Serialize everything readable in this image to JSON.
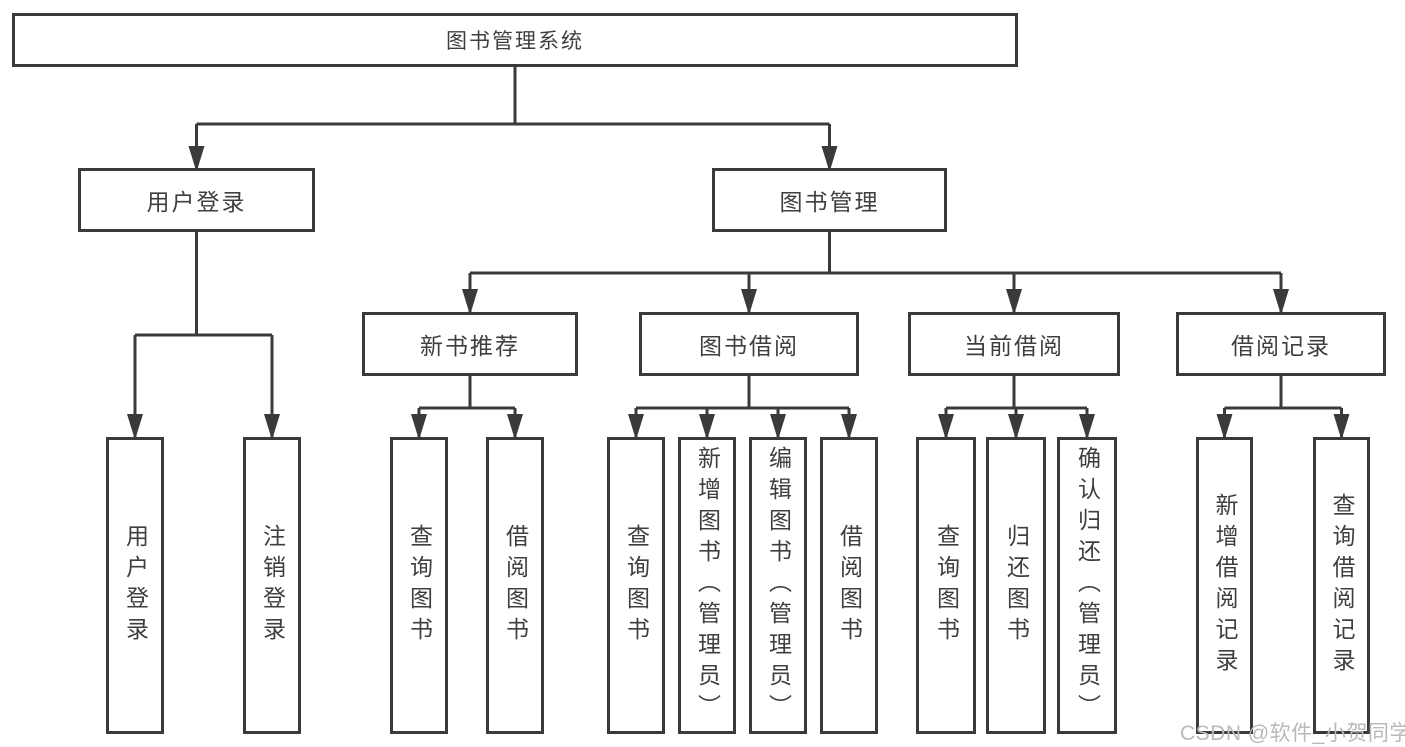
{
  "root": {
    "label": "图书管理系统"
  },
  "branches": [
    {
      "label": "用户登录",
      "children": [
        {
          "label": "用户登录"
        },
        {
          "label": "注销登录"
        }
      ]
    },
    {
      "label": "图书管理",
      "children": [
        {
          "label": "新书推荐",
          "children": [
            {
              "label": "查询图书"
            },
            {
              "label": "借阅图书"
            }
          ]
        },
        {
          "label": "图书借阅",
          "children": [
            {
              "label": "查询图书"
            },
            {
              "label": "新增图书（管理员）"
            },
            {
              "label": "编辑图书（管理员）"
            },
            {
              "label": "借阅图书"
            }
          ]
        },
        {
          "label": "当前借阅",
          "children": [
            {
              "label": "查询图书"
            },
            {
              "label": "归还图书"
            },
            {
              "label": "确认归还（管理员）"
            }
          ]
        },
        {
          "label": "借阅记录",
          "children": [
            {
              "label": "新增借阅记录"
            },
            {
              "label": "查询借阅记录"
            }
          ]
        }
      ]
    }
  ],
  "watermark": {
    "text": "CSDN @软件_小贺同学"
  },
  "colors": {
    "line": "#3a3a3a",
    "text": "#3f3f3f",
    "watermark": "#b9b9b9",
    "background": "#ffffff"
  }
}
